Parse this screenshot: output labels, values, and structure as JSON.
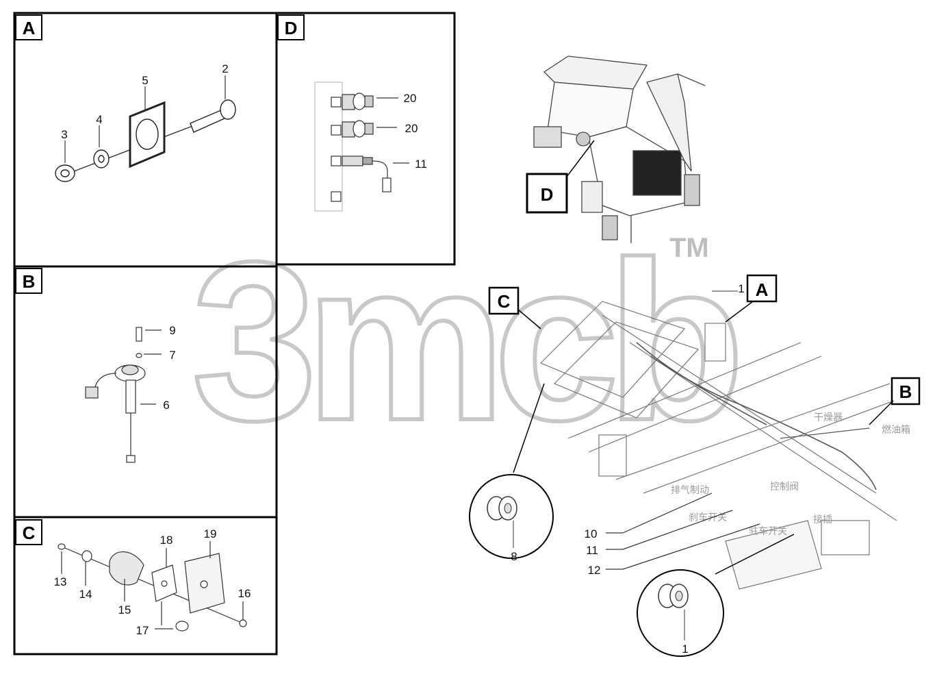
{
  "watermark": {
    "text": "3mcb",
    "tm": "TM"
  },
  "panels": {
    "a": {
      "letter": "A"
    },
    "b": {
      "letter": "B"
    },
    "c": {
      "letter": "C"
    },
    "d": {
      "letter": "D"
    }
  },
  "part_numbers": {
    "p1": "1",
    "p2": "2",
    "p3": "3",
    "p4": "4",
    "p5": "5",
    "p6": "6",
    "p7": "7",
    "p8": "8",
    "p9": "9",
    "p10": "10",
    "p11": "11",
    "p12": "12",
    "p13": "13",
    "p14": "14",
    "p15": "15",
    "p16": "16",
    "p17": "17",
    "p18": "18",
    "p19": "19",
    "p20": "20"
  },
  "callouts": {
    "a": "A",
    "b": "B",
    "c": "C",
    "d": "D"
  },
  "chinese_labels": {
    "dryer": "干燥器",
    "fuel_tank": "燃油箱",
    "exhaust_brake": "排气制动",
    "valve": "控制阀",
    "brake_switch": "刹车开关",
    "park_switch": "驻车开关",
    "interface": "接插"
  }
}
